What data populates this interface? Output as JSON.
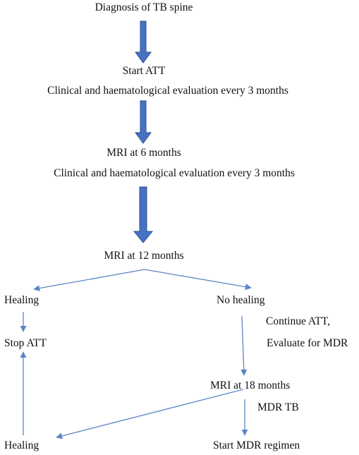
{
  "flowchart": {
    "diagnosis": "Diagnosis of TB spine",
    "start_att": "Start ATT",
    "evaluation_1": "Clinical and haematological evaluation every 3 months",
    "mri_6": "MRI at 6 months",
    "evaluation_2": "Clinical and haematological evaluation every 3 months",
    "mri_12": "MRI at 12 months",
    "healing_1": "Healing",
    "no_healing": "No healing",
    "stop_att": "Stop ATT",
    "continue_att": "Continue ATT,",
    "evaluate_mdr": "Evaluate for MDR",
    "mri_18": "MRI at 18 months",
    "mdr_tb": "MDR TB",
    "healing_2": "Healing",
    "start_mdr": "Start MDR regimen"
  },
  "colors": {
    "block_arrow_fill": "#4672c4",
    "block_arrow_stroke": "#2b4f8e",
    "line_arrow": "#5b86c5",
    "text": "#111111"
  }
}
